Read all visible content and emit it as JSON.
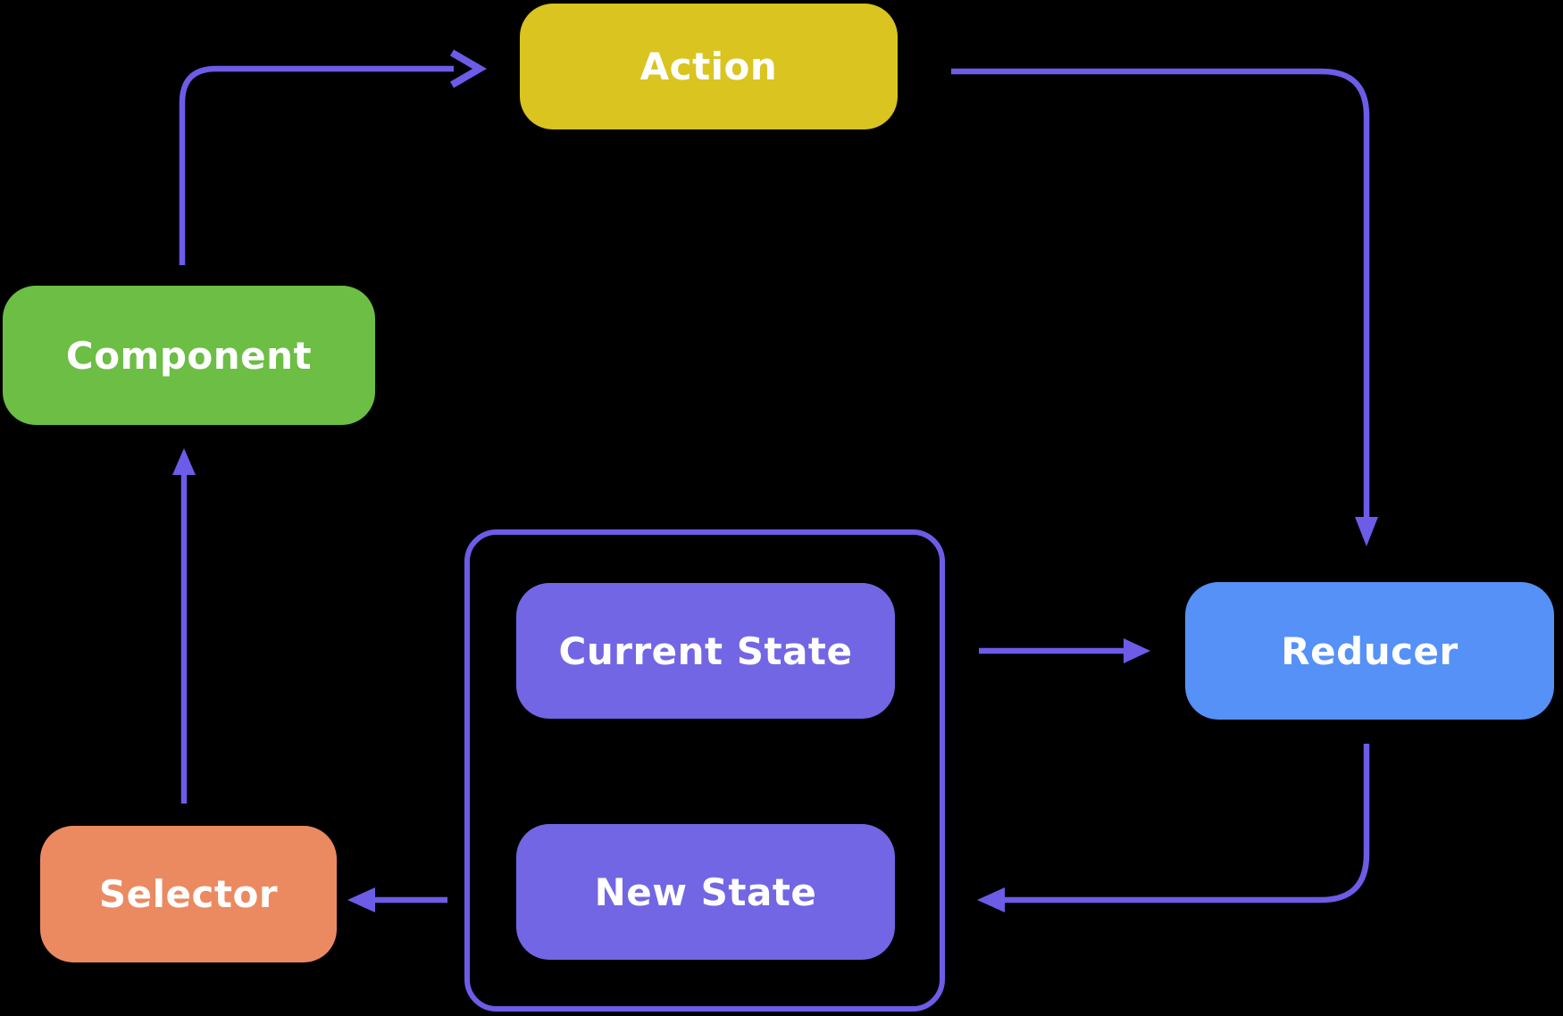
{
  "diagram": {
    "type": "flow-diagram",
    "colors": {
      "background": "#000000",
      "arrow": "#6C5CE7",
      "text": "#FFFFFF"
    },
    "nodes": {
      "action": {
        "label": "Action",
        "color": "#D9C420"
      },
      "component": {
        "label": "Component",
        "color": "#6CBE44"
      },
      "reducer": {
        "label": "Reducer",
        "color": "#5591F6"
      },
      "selector": {
        "label": "Selector",
        "color": "#EB8A61"
      },
      "current_state": {
        "label": "Current State",
        "color": "#7266E4"
      },
      "new_state": {
        "label": "New State",
        "color": "#7266E4"
      }
    },
    "store_container": {
      "contains": [
        "current_state",
        "new_state"
      ],
      "border_color": "#6C5CE7"
    },
    "edges": [
      {
        "from": "component",
        "to": "action",
        "arrowhead": "open-chevron"
      },
      {
        "from": "action",
        "to": "reducer",
        "arrowhead": "filled-triangle"
      },
      {
        "from": "current_state",
        "to": "reducer",
        "arrowhead": "filled-triangle"
      },
      {
        "from": "reducer",
        "to": "store",
        "arrowhead": "filled-triangle"
      },
      {
        "from": "store",
        "to": "selector",
        "arrowhead": "filled-triangle"
      },
      {
        "from": "selector",
        "to": "component",
        "arrowhead": "filled-triangle"
      }
    ]
  }
}
